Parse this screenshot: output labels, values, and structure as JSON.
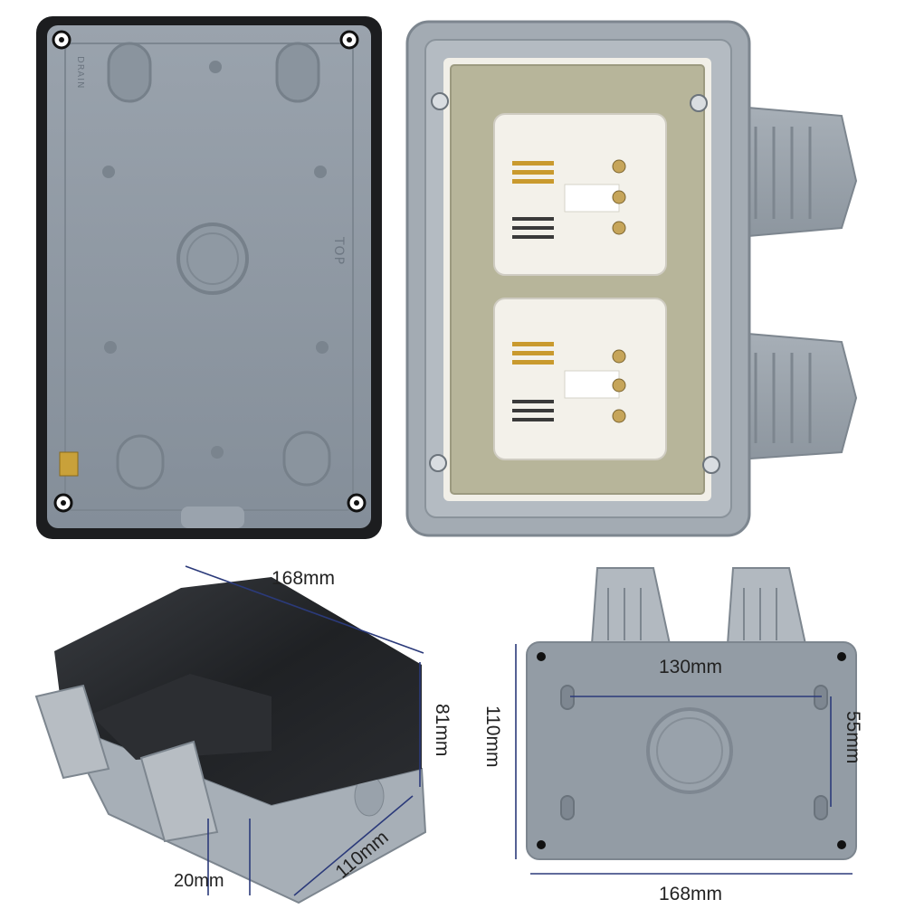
{
  "image": {
    "panels": {
      "box_interior": {
        "embossed": {
          "drain": "DRAIN",
          "top": "TOP"
        }
      },
      "socket_module": {
        "socket_count": 2
      },
      "closed_box": {
        "dimensions": {
          "length": "168mm",
          "height": "81mm",
          "depth": "110mm",
          "gland": "20mm"
        }
      },
      "back_view": {
        "dimensions": {
          "mount_horizontal": "130mm",
          "mount_vertical": "55mm",
          "height": "110mm",
          "width": "168mm"
        }
      }
    },
    "colors": {
      "housing_grey": "#8d969f",
      "housing_light": "#a7afb7",
      "lid_black": "#1f2124",
      "plate_olive": "#b7b59a",
      "socket_white": "#f3f1ea",
      "dimension_line": "#2b3a7a"
    }
  }
}
